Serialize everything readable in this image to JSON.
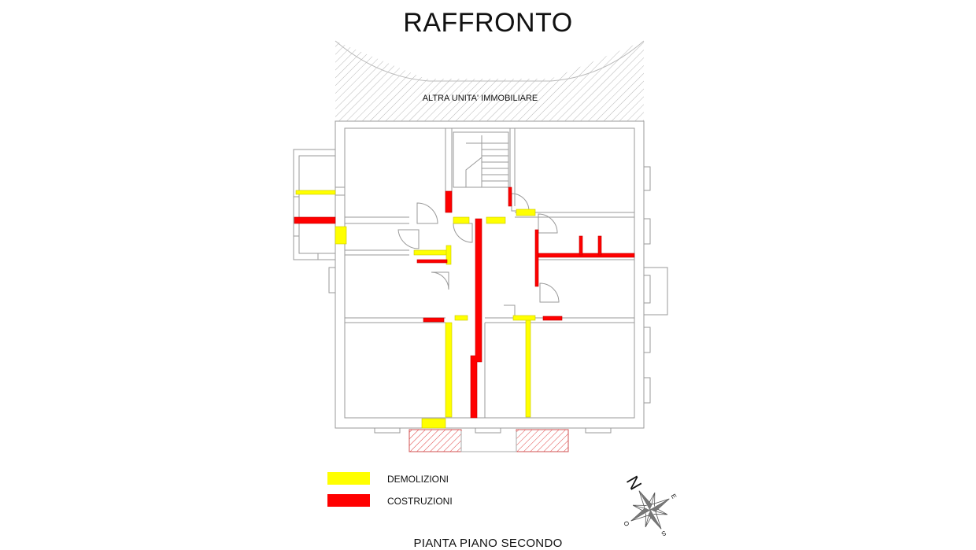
{
  "drawing": {
    "title": "RAFFRONTO",
    "subtitle": "PIANTA PIANO SECONDO",
    "adjacent_unit_label": "ALTRA UNITA' IMMOBILIARE"
  },
  "legend": {
    "items": [
      {
        "label": "DEMOLIZIONI",
        "color": "#ffff00"
      },
      {
        "label": "COSTRUZIONI",
        "color": "#ff0000"
      }
    ]
  },
  "compass": {
    "north_letter": "N",
    "small_letters": [
      "O",
      "E",
      "S"
    ]
  },
  "colors": {
    "demolition": "#ffff00",
    "construction": "#ff0000",
    "line": "#9a9a9a",
    "hatch": "#b8b8b8",
    "hatch_red": "#e04040"
  }
}
